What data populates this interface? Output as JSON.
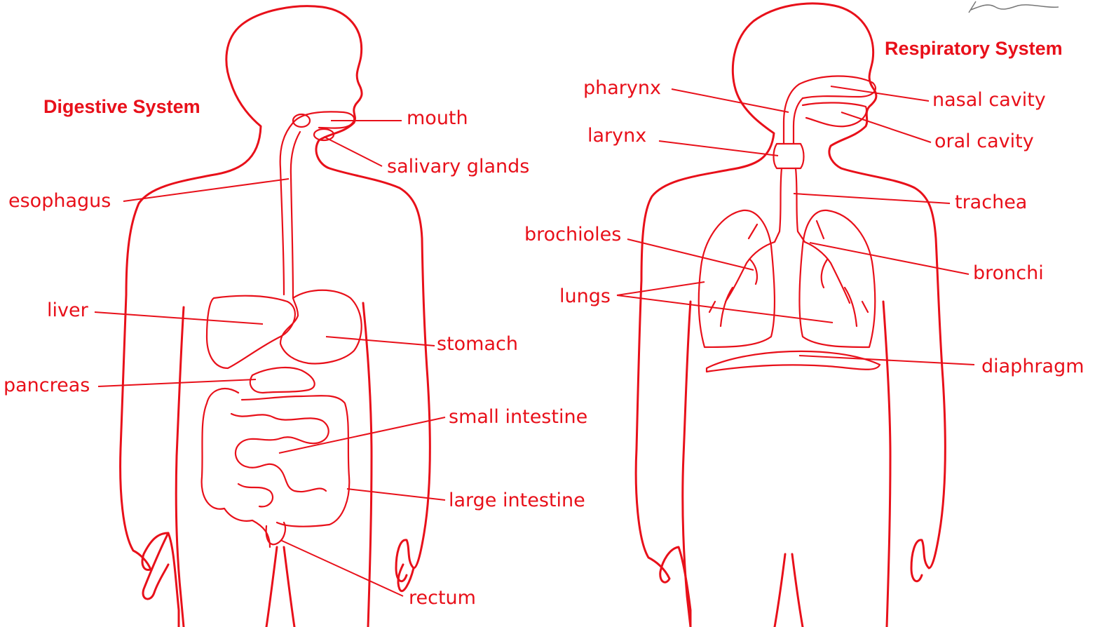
{
  "digestive": {
    "title": "Digestive System",
    "labels": {
      "mouth": "mouth",
      "salivary_glands": "salivary glands",
      "esophagus": "esophagus",
      "liver": "liver",
      "stomach": "stomach",
      "pancreas": "pancreas",
      "small_intestine": "small intestine",
      "large_intestine": "large intestine",
      "rectum": "rectum"
    }
  },
  "respiratory": {
    "title": "Respiratory System",
    "labels": {
      "pharynx": "pharynx",
      "nasal_cavity": "nasal cavity",
      "larynx": "larynx",
      "oral_cavity": "oral cavity",
      "trachea": "trachea",
      "brochioles": "brochioles",
      "bronchi": "bronchi",
      "lungs": "lungs",
      "diaphragm": "diaphragm"
    }
  },
  "colors": {
    "ink": "#e8101a",
    "background": "#ffffff"
  }
}
